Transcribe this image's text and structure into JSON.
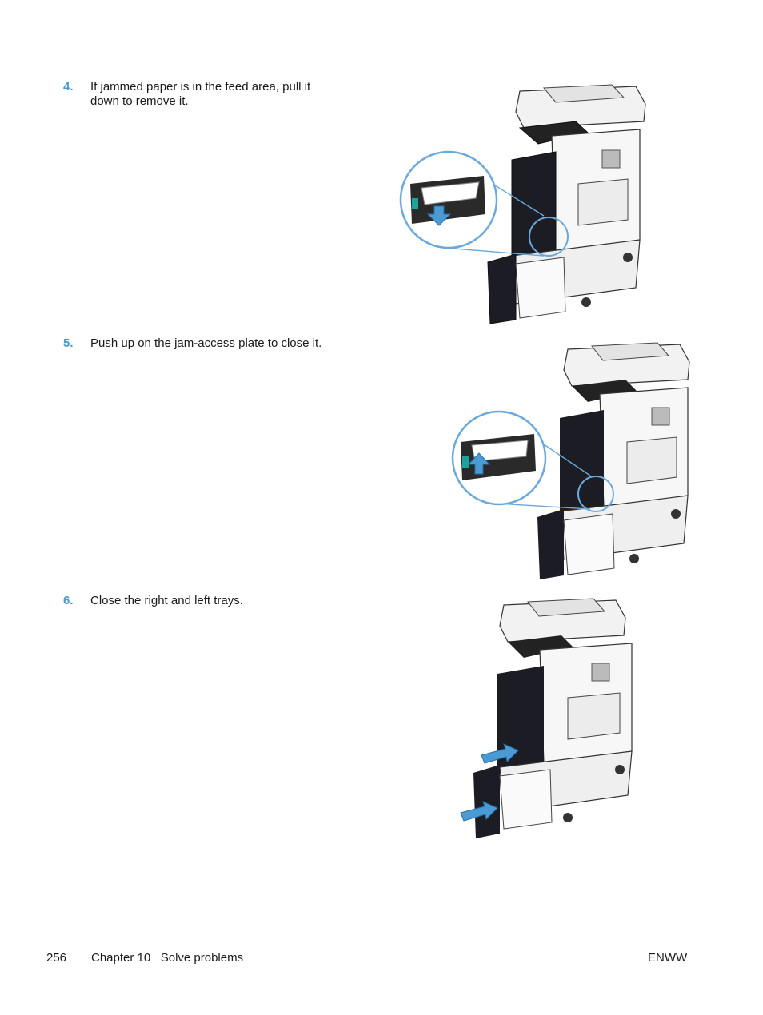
{
  "steps": [
    {
      "number": "4.",
      "text": "If jammed paper is in the feed area, pull it down to remove it."
    },
    {
      "number": "5.",
      "text": "Push up on the jam-access plate to close it."
    },
    {
      "number": "6.",
      "text": "Close the right and left trays."
    }
  ],
  "footer": {
    "page_number": "256",
    "chapter": "Chapter 10   Solve problems",
    "brand": "ENWW"
  },
  "colors": {
    "accent": "#4a9bd4",
    "callout": "#6aa9dc"
  }
}
